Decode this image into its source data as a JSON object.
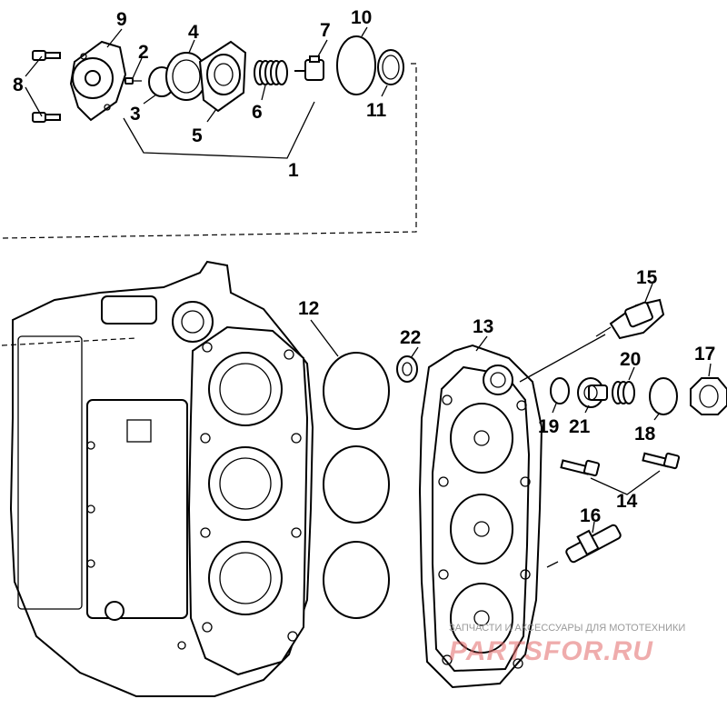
{
  "callouts": [
    {
      "id": "1",
      "label": "1"
    },
    {
      "id": "2",
      "label": "2"
    },
    {
      "id": "3",
      "label": "3"
    },
    {
      "id": "4",
      "label": "4"
    },
    {
      "id": "5",
      "label": "5"
    },
    {
      "id": "6",
      "label": "6"
    },
    {
      "id": "7",
      "label": "7"
    },
    {
      "id": "8",
      "label": "8"
    },
    {
      "id": "9",
      "label": "9"
    },
    {
      "id": "10",
      "label": "10"
    },
    {
      "id": "11",
      "label": "11"
    },
    {
      "id": "12",
      "label": "12"
    },
    {
      "id": "13",
      "label": "13"
    },
    {
      "id": "14",
      "label": "14"
    },
    {
      "id": "15",
      "label": "15"
    },
    {
      "id": "16",
      "label": "16"
    },
    {
      "id": "17",
      "label": "17"
    },
    {
      "id": "18",
      "label": "18"
    },
    {
      "id": "19",
      "label": "19"
    },
    {
      "id": "20",
      "label": "20"
    },
    {
      "id": "21",
      "label": "21"
    },
    {
      "id": "22",
      "label": "22"
    }
  ],
  "watermark": {
    "tagline": "ЗАПЧАСТИ И АКСЕССУАРЫ ДЛЯ МОТОТЕХНИКИ",
    "site": "PARTSFOR.RU"
  }
}
